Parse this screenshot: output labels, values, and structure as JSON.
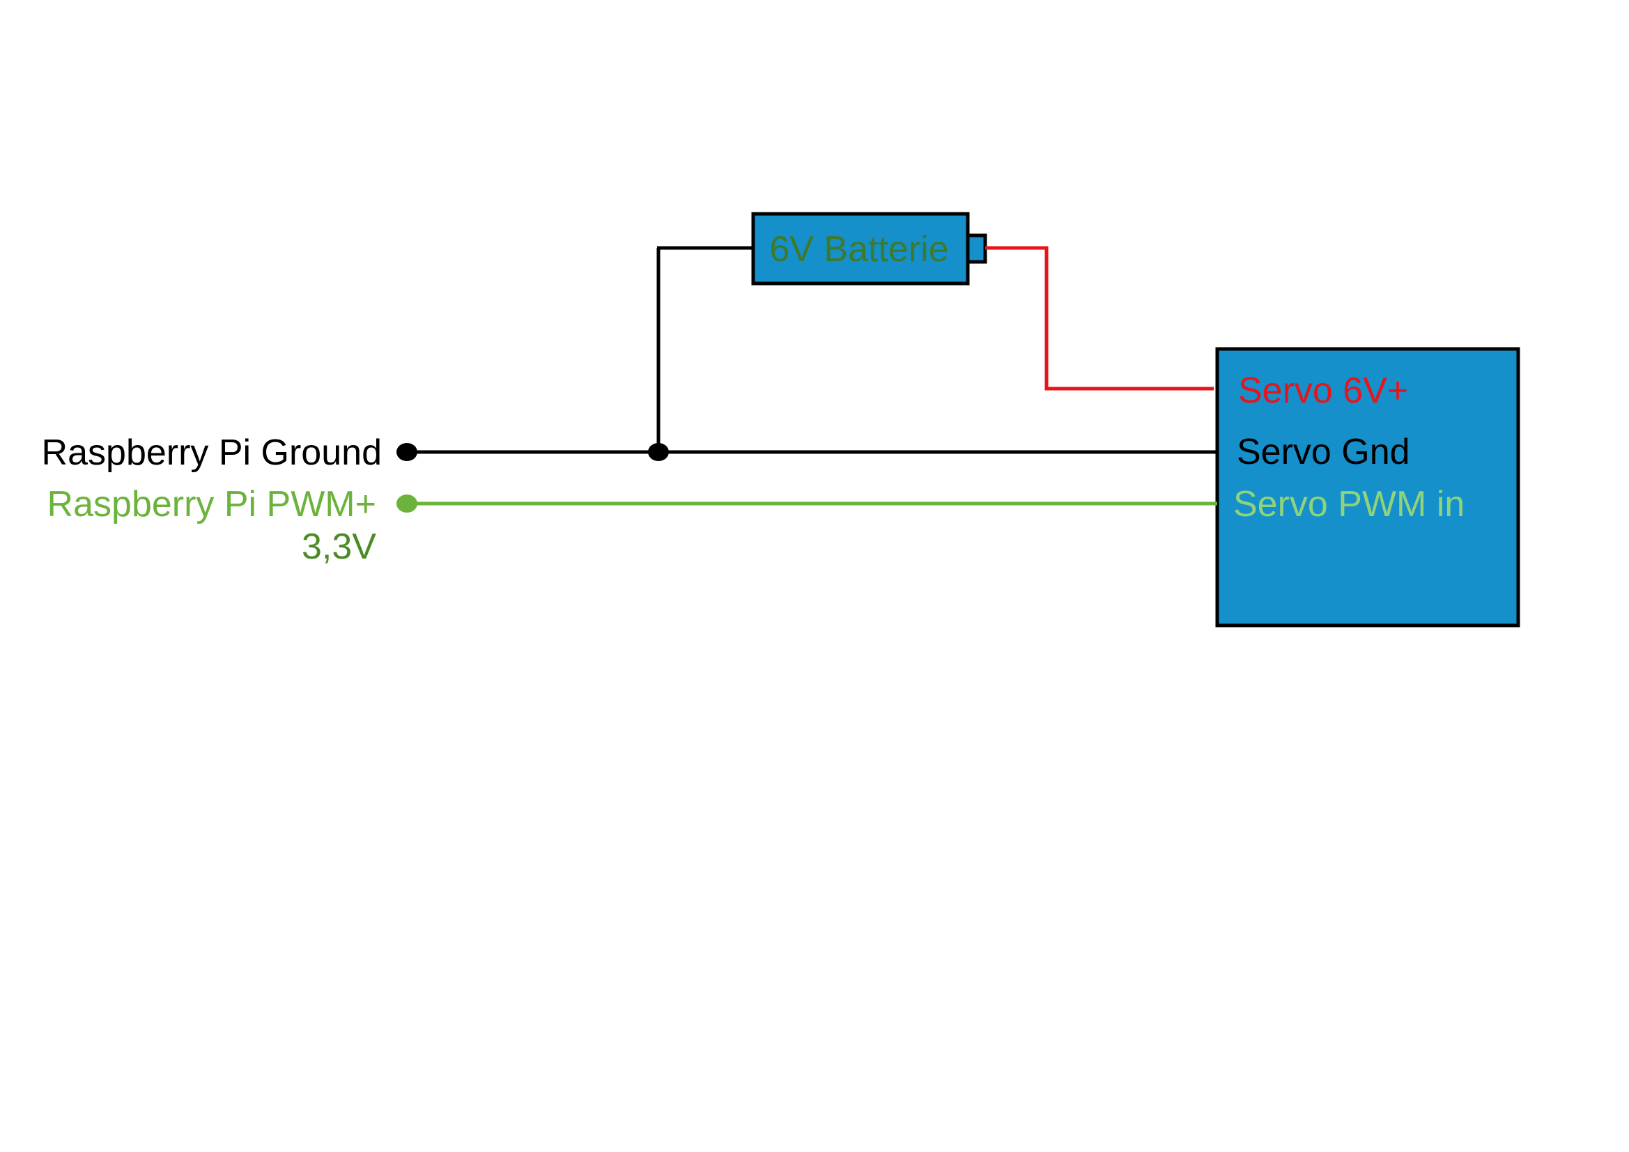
{
  "diagram": {
    "battery_label": "6V Batterie",
    "pi_ground_label": "Raspberry Pi Ground",
    "pi_pwm_label_line1": "Raspberry Pi PWM+",
    "pi_pwm_label_line2": "3,3V",
    "servo_power_label": "Servo 6V+",
    "servo_ground_label": "Servo Gnd",
    "servo_pwm_label": "Servo PWM in"
  },
  "colors": {
    "component_fill": "#1590cb",
    "outline": "#000000",
    "ground_wire": "#000000",
    "power_wire": "#e8141b",
    "pwm_wire": "#6bb33a",
    "battery_text": "#3e7a2a",
    "pi_pwm_text": "#6bb33a",
    "pi_voltage_text": "#4b8a25",
    "servo_power_text": "#e8141b",
    "servo_pwm_text": "#8fd37a"
  },
  "icons": {
    "battery": "battery-icon",
    "servo": "servo-block"
  }
}
